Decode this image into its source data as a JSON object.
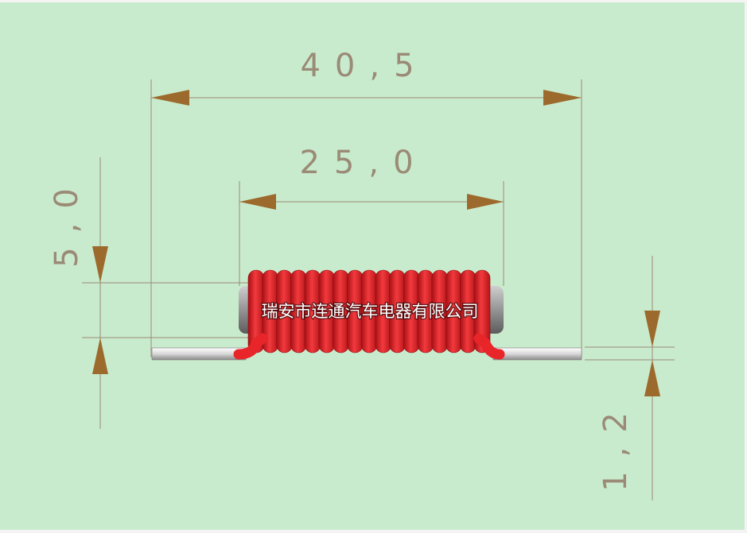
{
  "drawing": {
    "background_color": "#c9ebcd",
    "dimension_line_color": "#9a8a76",
    "arrow_color": "#9c6a2c",
    "coil_color": "#e8262a",
    "core_color": "#8e8e8e",
    "lead_color": "#dcdcdc"
  },
  "dimensions": {
    "overall_length": "40,5",
    "coil_length": "25,0",
    "coil_diameter": "5,0",
    "wire_diameter": "1,2"
  },
  "watermark": {
    "company_name": "瑞安市连通汽车电器有限公司"
  }
}
